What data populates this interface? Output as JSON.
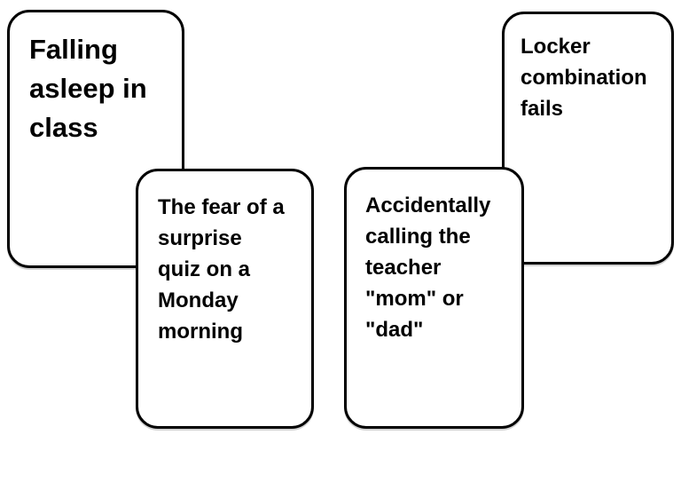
{
  "canvas": {
    "background_color": "#ffffff",
    "card_fill_color": "#ffffff",
    "card_border_color": "#000000",
    "card_text_color": "#000000"
  },
  "cards": [
    {
      "id": "falling-asleep",
      "text": "Falling asleep in class"
    },
    {
      "id": "surprise-quiz",
      "text": "The fear of a surprise quiz on a Monday morning"
    },
    {
      "id": "teacher-mom-dad",
      "text": "Accidentally calling the teacher \"mom\" or \"dad\""
    },
    {
      "id": "locker-combination",
      "text": "Locker combination fails"
    }
  ]
}
